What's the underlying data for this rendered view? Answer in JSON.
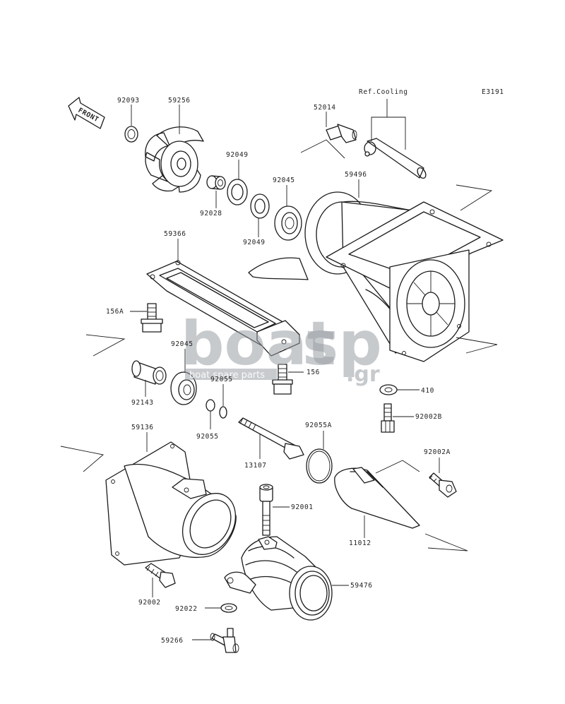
{
  "diagram_code": "E3191",
  "front_label": "FRONT",
  "ref_cooling": "Ref.Cooling",
  "watermark": {
    "brand": "boat",
    "brand2": "sp",
    "tld": ".gr",
    "tagline": "boat spare parts"
  },
  "parts": {
    "p92093": "92093",
    "p59256": "59256",
    "p52014": "52014",
    "p92049a": "92049",
    "p92045a": "92045",
    "p59496": "59496",
    "p92028": "92028",
    "p92049b": "92049",
    "p59366": "59366",
    "p156A": "156A",
    "p92045b": "92045",
    "p92055a": "92055",
    "p156": "156",
    "p410": "410",
    "p92143": "92143",
    "p92055b": "92055",
    "p92002B": "92002B",
    "p59136": "59136",
    "p92055A": "92055A",
    "p13107": "13107",
    "p92002A": "92002A",
    "p92001": "92001",
    "p11012": "11012",
    "p59476": "59476",
    "p92002": "92002",
    "p92022": "92022",
    "p59266": "59266"
  }
}
